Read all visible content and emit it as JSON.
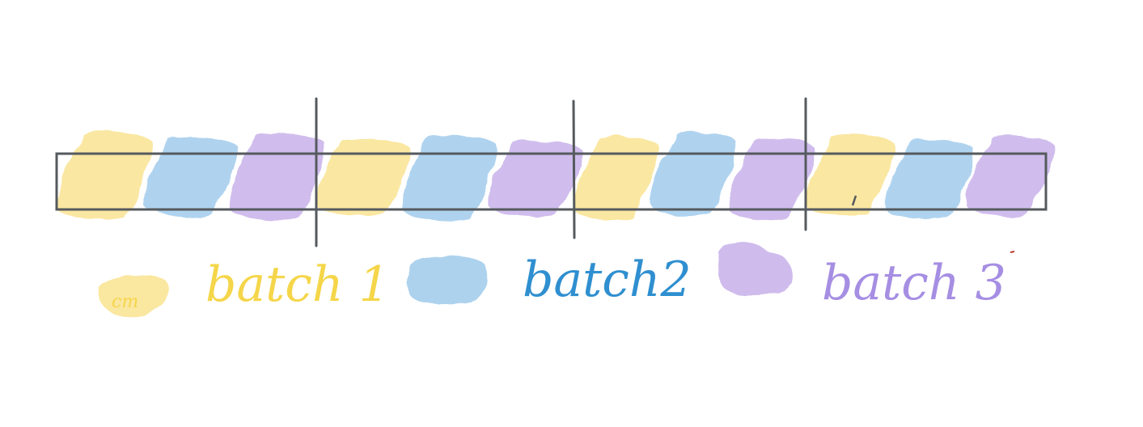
{
  "legend": [
    {
      "label": "batch 1",
      "color": "#f5d64a",
      "blob_color": "#fae69b",
      "swatch_mark": "cm"
    },
    {
      "label": "batch2",
      "color": "#2f8fd0",
      "blob_color": "#a9d0ee",
      "swatch_mark": ""
    },
    {
      "label": "batch 3",
      "color": "#a68ee3",
      "blob_color": "#cdb8ec",
      "swatch_mark": ""
    }
  ],
  "timeline": {
    "segments": 4,
    "pattern": [
      "batch 1",
      "batch2",
      "batch 3"
    ],
    "frame_color": "#555a5e"
  },
  "colors": {
    "background": "#ffffff",
    "stroke": "#555a5e",
    "stray_mark": "#c0392b"
  }
}
